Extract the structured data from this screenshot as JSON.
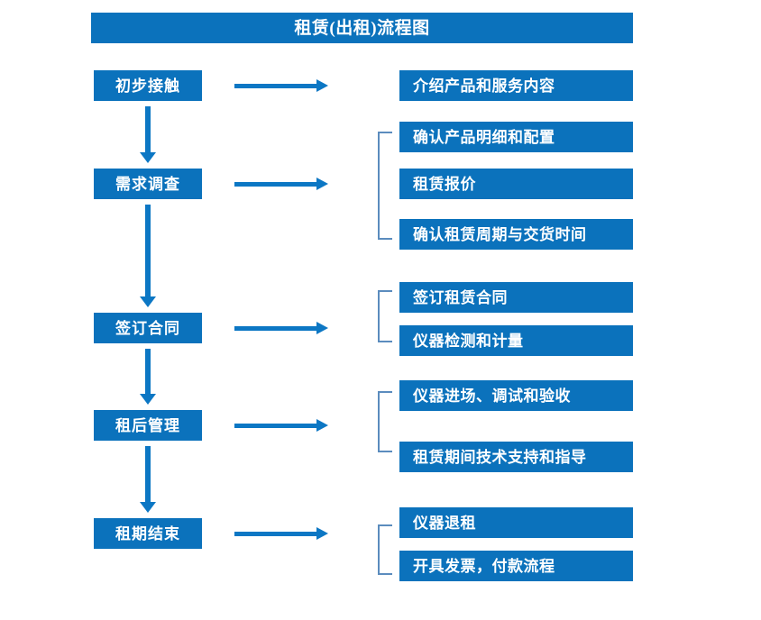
{
  "title": "租赁(出租)流程图",
  "colors": {
    "box_blue": "#0B72BC",
    "arrow_blue": "#0C77C4",
    "bracket_blue": "#5B8CBE",
    "text_white": "#FFFFFF",
    "background": "#FFFFFF"
  },
  "stages": [
    {
      "label": "初步接触"
    },
    {
      "label": "需求调查"
    },
    {
      "label": "签订合同"
    },
    {
      "label": "租后管理"
    },
    {
      "label": "租期结束"
    }
  ],
  "details": [
    {
      "group": 1,
      "items": [
        "介绍产品和服务内容"
      ]
    },
    {
      "group": 2,
      "items": [
        "确认产品明细和配置",
        "租赁报价",
        "确认租赁周期与交货时间"
      ]
    },
    {
      "group": 3,
      "items": [
        "签订租赁合同",
        "仪器检测和计量"
      ]
    },
    {
      "group": 4,
      "items": [
        "仪器进场、调试和验收",
        "租赁期间技术支持和指导"
      ]
    },
    {
      "group": 5,
      "items": [
        "仪器退租",
        "开具发票，付款流程"
      ]
    }
  ],
  "detail_flat": [
    "介绍产品和服务内容",
    "确认产品明细和配置",
    "租赁报价",
    "确认租赁周期与交货时间",
    "签订租赁合同",
    "仪器检测和计量",
    "仪器进场、调试和验收",
    "租赁期间技术支持和指导",
    "仪器退租",
    "开具发票，付款流程"
  ]
}
